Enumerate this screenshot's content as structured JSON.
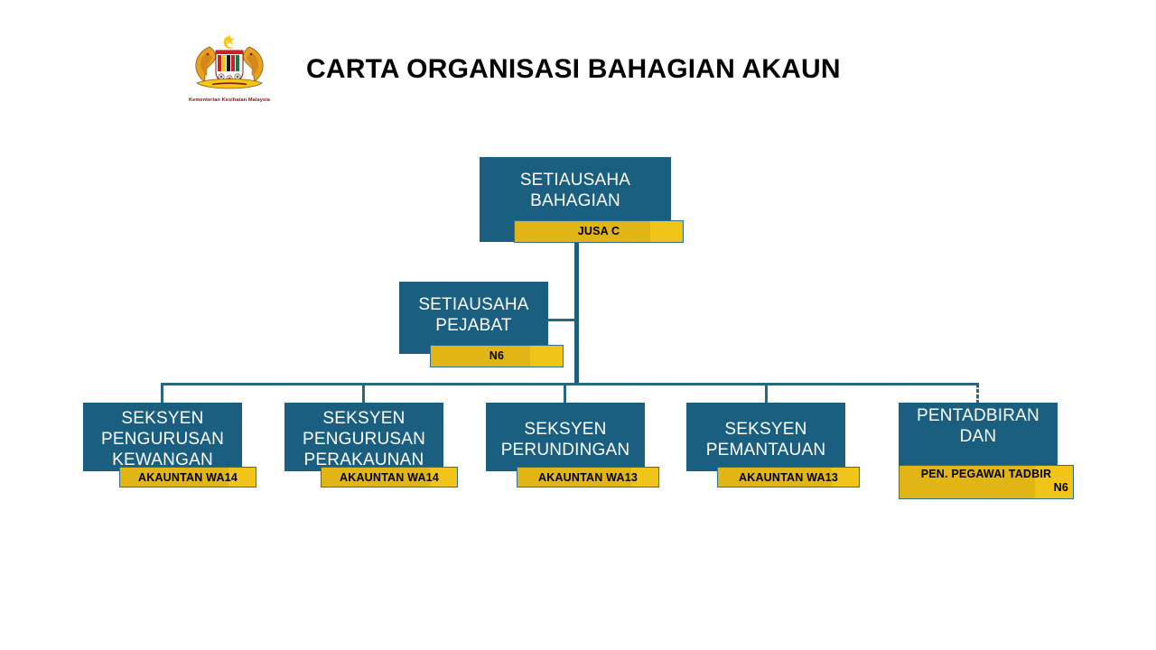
{
  "header": {
    "logo_caption": "Kementerian Kesihatan Malaysia",
    "logo_name": "malaysia-ministry-of-health-crest",
    "title": "CARTA ORGANISASI BAHAGIAN AKAUN"
  },
  "colors": {
    "box_blue": "#1a5e80",
    "badge_yellow": "#f0c419",
    "badge_border": "#2f6f8f",
    "connector": "#1d5f7d",
    "title_text": "#000000",
    "box_text": "#ffffff",
    "badge_text": "#000000"
  },
  "chart_data": {
    "type": "org-chart",
    "title": "CARTA ORGANISASI BAHAGIAN AKAUN",
    "nodes": [
      {
        "id": "setiausaha-bahagian",
        "title": "SETIAUSAHA BAHAGIAN",
        "grade": "JUSA C",
        "level": 0,
        "parent": null
      },
      {
        "id": "setiausaha-pejabat",
        "title": "SETIAUSAHA PEJABAT",
        "grade": "N6",
        "level": 1,
        "parent": "setiausaha-bahagian"
      },
      {
        "id": "pengurusan-kewangan",
        "title": "SEKSYEN PENGURUSAN KEWANGAN",
        "grade": "AKAUNTAN WA14",
        "level": 2,
        "parent": "setiausaha-bahagian"
      },
      {
        "id": "pengurusan-perakaunan",
        "title": "SEKSYEN PENGURUSAN PERAKAUNAN",
        "grade": "AKAUNTAN WA14",
        "level": 2,
        "parent": "setiausaha-bahagian"
      },
      {
        "id": "perundingan",
        "title": "SEKSYEN PERUNDINGAN",
        "grade": "AKAUNTAN WA13",
        "level": 2,
        "parent": "setiausaha-bahagian"
      },
      {
        "id": "pemantauan",
        "title": "SEKSYEN PEMANTAUAN",
        "grade": "AKAUNTAN WA13",
        "level": 2,
        "parent": "setiausaha-bahagian"
      },
      {
        "id": "pentadbiran",
        "title": "SEKSYEN PENTADBIRAN DAN",
        "grade": "PEN. PEGAWAI TADBIR N6",
        "grade_line1": "PEN. PEGAWAI TADBIR",
        "grade_line2": "N6",
        "level": 2,
        "parent": "setiausaha-bahagian"
      }
    ]
  }
}
